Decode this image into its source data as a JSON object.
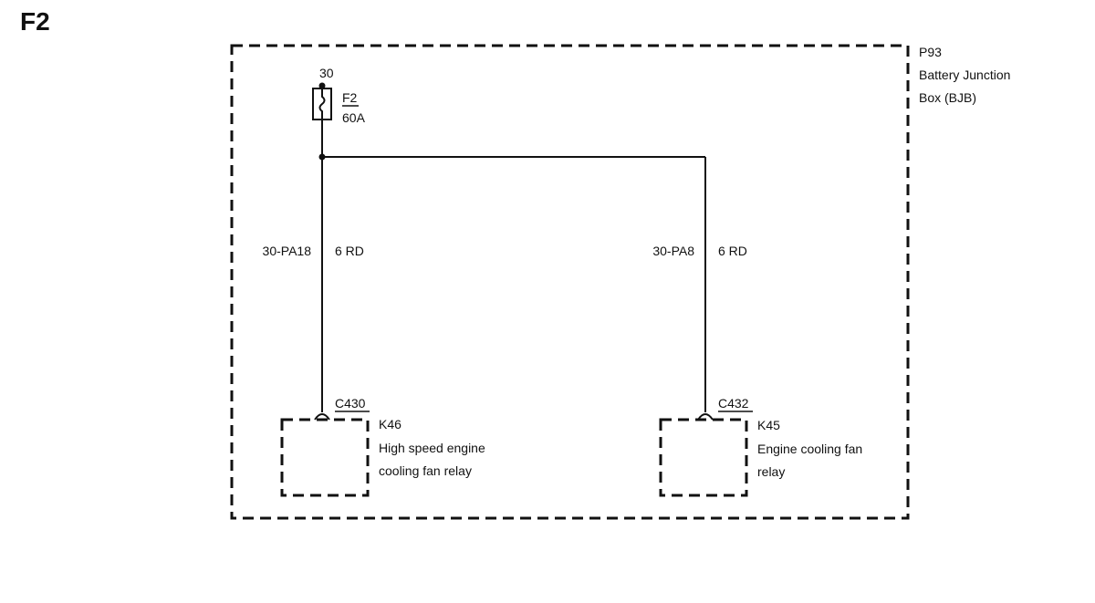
{
  "diagram": {
    "page_label": "F2",
    "junction_box": {
      "id": "P93",
      "name_line1": "Battery Junction",
      "name_line2": "Box (BJB)"
    },
    "fuse": {
      "terminal": "30",
      "id": "F2",
      "rating": "60A"
    },
    "wires": [
      {
        "circuit": "30-PA18",
        "spec": "6 RD"
      },
      {
        "circuit": "30-PA8",
        "spec": "6 RD"
      }
    ],
    "components": [
      {
        "connector": "C430",
        "id": "K46",
        "desc_line1": "High speed engine",
        "desc_line2": "cooling fan relay"
      },
      {
        "connector": "C432",
        "id": "K45",
        "desc_line1": "Engine cooling fan",
        "desc_line2": "relay"
      }
    ]
  }
}
